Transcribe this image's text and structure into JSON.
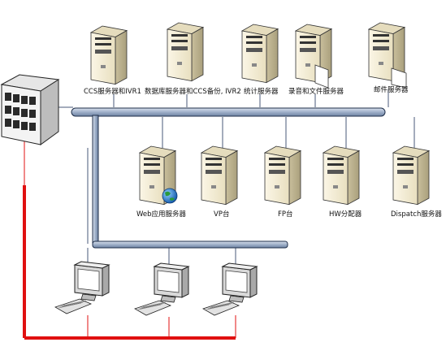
{
  "servers_top": [
    {
      "label": "CCS服务器和IVR1"
    },
    {
      "label": "数据库服务器和CCS备份, IVR2"
    },
    {
      "label": "统计服务器"
    },
    {
      "label": "录音和文件服务器"
    },
    {
      "label": "邮件服务器"
    }
  ],
  "servers_mid": [
    {
      "label": "Web应用服务器"
    },
    {
      "label": "VP台"
    },
    {
      "label": "FP台"
    },
    {
      "label": "HW分配器"
    },
    {
      "label": "Dispatch服务器"
    }
  ],
  "colors": {
    "backbone": "#a9b8cf",
    "backbone_edge": "#1f2f4a",
    "red_line": "#e01010",
    "drop_line": "#4a5a78",
    "server_body": "#f2ead2",
    "server_side": "#bfb48f",
    "server_top": "#e5dcbd",
    "monitor": "#e8e8e8",
    "globe": "#2a7fd0"
  },
  "icons": [
    "switch-icon",
    "server-icon",
    "globe-icon",
    "document-icon",
    "workstation-icon"
  ]
}
